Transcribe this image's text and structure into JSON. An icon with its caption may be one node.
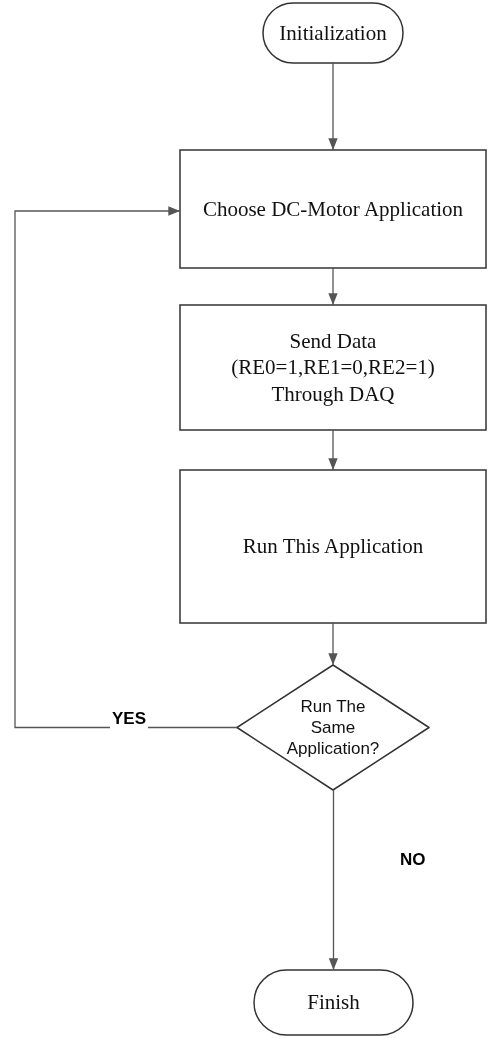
{
  "diagram": {
    "nodes": [
      {
        "text": [
          "Initialization"
        ]
      },
      {
        "text": [
          "Choose DC-Motor Application"
        ]
      },
      {
        "text": [
          "Send Data (RE0=1,RE1=0,RE2=1) Through DAQ"
        ]
      },
      {
        "text": [
          "Run This Application"
        ]
      },
      {
        "text": [
          "Run The Same Application?"
        ]
      },
      {
        "text": [
          "Finish"
        ]
      }
    ],
    "edges": [
      {
        "from": 0,
        "to": 1,
        "arrow": "to"
      },
      {
        "from": 1,
        "to": 2,
        "arrow": "to"
      },
      {
        "from": 2,
        "to": 3,
        "arrow": "to"
      },
      {
        "from": 3,
        "to": 4,
        "arrow": "to"
      },
      {
        "from": 4,
        "to": 1,
        "arrow": "to",
        "label": "YES"
      },
      {
        "from": 4,
        "to": 5,
        "arrow": "to",
        "label": "NO"
      }
    ]
  }
}
